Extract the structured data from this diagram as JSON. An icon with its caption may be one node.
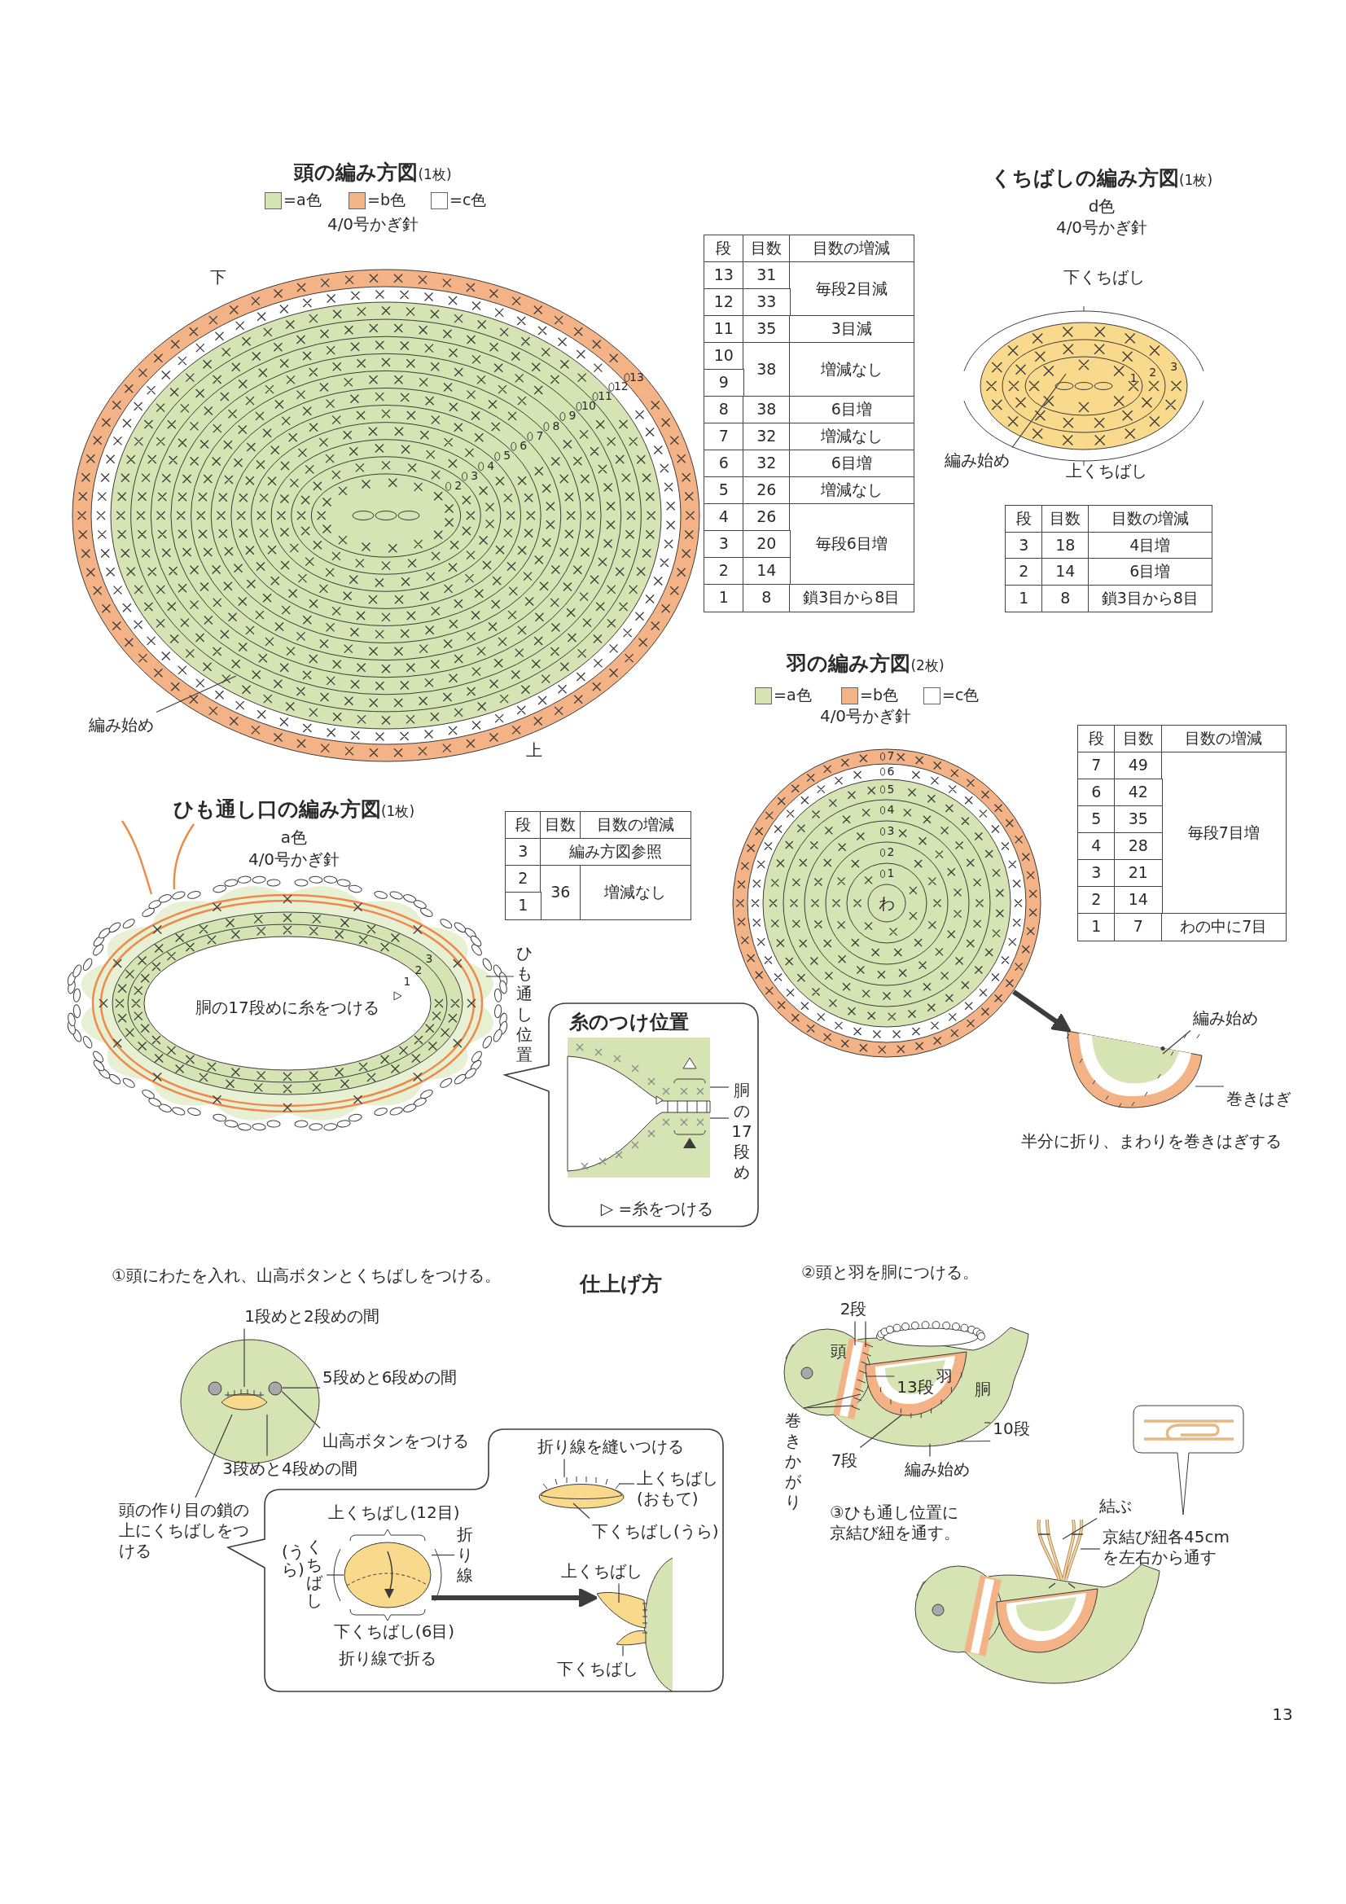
{
  "diagram": {
    "nodes": [
      {
        "text": [
          "編み始め"
        ]
      },
      {
        "text": [
          "編み始め"
        ]
      },
      {
        "text": [
          "ひも通し位置"
        ]
      },
      {
        "text": [
          "糸のつけ位置",
          "▷ =糸をつける"
        ]
      },
      {
        "text": [
          "胴の17段め"
        ],
        "in": 3
      },
      {
        "text": [],
        "shape": "circle"
      },
      {
        "text": [],
        "shape": "picture"
      },
      {
        "text": [
          "編み始め"
        ]
      },
      {
        "text": [
          "巻きはぎ"
        ]
      },
      {
        "text": [
          "1段めと2段めの間"
        ]
      },
      {
        "text": [
          "5段めと6段めの間"
        ]
      },
      {
        "text": [
          "山高ボタンをつける"
        ]
      },
      {
        "text": [
          "3段めと4段めの間"
        ]
      },
      {
        "text": [
          "頭の作り目の鎖の上にくちばしをつける"
        ]
      },
      {
        "text": [],
        "shape": "box"
      },
      {
        "text": [
          "(うら)",
          "くちばし"
        ],
        "in": 14
      },
      {
        "text": [
          "折り線"
        ],
        "in": 14
      },
      {
        "text": [],
        "shape": "picture",
        "in": 14
      },
      {
        "text": [],
        "shape": "picture",
        "in": 14
      },
      {
        "text": [
          "折り線を縫いつける"
        ],
        "in": 14
      },
      {
        "text": [
          "上くちばし(おもて)"
        ],
        "in": 14
      },
      {
        "text": [
          "下くちばし(うら)"
        ],
        "in": 14
      },
      {
        "text": [
          "上くちばし"
        ],
        "in": 14
      },
      {
        "text": [
          "下くちばし"
        ],
        "in": 14
      },
      {
        "text": [
          "2段"
        ]
      },
      {
        "text": [
          "13段"
        ],
        "in": 39
      },
      {
        "text": [
          "巻きかがり"
        ]
      },
      {
        "text": [
          "10段"
        ]
      },
      {
        "text": [
          "7段"
        ]
      },
      {
        "text": [
          "編み始め"
        ]
      },
      {
        "text": [
          "結ぶ"
        ]
      },
      {
        "text": [
          "京結び紐各45cmを左右から通す"
        ]
      },
      {
        "text": [],
        "shape": "picture"
      },
      {
        "text": [],
        "shape": "picture",
        "in": 3
      },
      {
        "text": [],
        "shape": "picture"
      },
      {
        "text": [],
        "shape": "circle",
        "in": 34
      },
      {
        "text": [],
        "shape": "circle",
        "in": 34
      },
      {
        "text": [],
        "shape": "picture",
        "in": 34
      },
      {
        "text": [],
        "shape": "picture",
        "in": 14
      },
      {
        "text": [],
        "shape": "picture"
      },
      {
        "text": [],
        "shape": "picture"
      }
    ],
    "edges": [
      {
        "from": 0,
        "to": null,
        "arrow": "none"
      },
      {
        "from": 1,
        "to": null,
        "arrow": "none"
      },
      {
        "from": 2,
        "to": 32,
        "arrow": "none"
      },
      {
        "from": 4,
        "to": 33,
        "arrow": "none"
      },
      {
        "from": 4,
        "to": 33,
        "arrow": "none"
      },
      {
        "from": 5,
        "to": 6,
        "arrow": "to",
        "style": "thick"
      },
      {
        "from": 7,
        "to": 6,
        "arrow": "none"
      },
      {
        "from": 8,
        "to": 6,
        "arrow": "none"
      },
      {
        "from": 9,
        "to": 37,
        "arrow": "none"
      },
      {
        "from": 10,
        "to": 36,
        "arrow": "none"
      },
      {
        "from": 11,
        "to": 36,
        "arrow": "none"
      },
      {
        "from": 12,
        "to": 37,
        "arrow": "none"
      },
      {
        "from": 13,
        "to": 37,
        "arrow": "none"
      },
      {
        "from": 15,
        "to": 17,
        "arrow": "none"
      },
      {
        "from": 16,
        "to": 17,
        "arrow": "none"
      },
      {
        "from": 17,
        "to": 18,
        "arrow": "to",
        "style": "thick"
      },
      {
        "from": 19,
        "to": 38,
        "arrow": "none"
      },
      {
        "from": 20,
        "to": 38,
        "arrow": "none"
      },
      {
        "from": 21,
        "to": 38,
        "arrow": "none"
      },
      {
        "from": 22,
        "to": 18,
        "arrow": "none"
      },
      {
        "from": 23,
        "to": 18,
        "arrow": "none"
      },
      {
        "from": 24,
        "to": 39,
        "arrow": "none"
      },
      {
        "from": 24,
        "to": 39,
        "arrow": "none"
      },
      {
        "from": 25,
        "to": 39,
        "arrow": "none"
      },
      {
        "from": 26,
        "to": 39,
        "arrow": "none"
      },
      {
        "from": 26,
        "to": 39,
        "arrow": "none"
      },
      {
        "from": 27,
        "to": 39,
        "arrow": "none"
      },
      {
        "from": 27,
        "to": 39,
        "arrow": "none"
      },
      {
        "from": 28,
        "to": 39,
        "arrow": "none"
      },
      {
        "from": 29,
        "to": 39,
        "arrow": "none"
      },
      {
        "from": 30,
        "to": 40,
        "arrow": "none"
      },
      {
        "from": 31,
        "to": 40,
        "arrow": "none"
      }
    ],
    "labels": [
      "**頭の編み方図**(1枚)",
      "4/0号かぎ針",
      "下",
      "2",
      "3",
      "4",
      "5",
      "6",
      "7",
      "8",
      "9",
      "10",
      "11",
      "12",
      "13",
      "上",
      "段",
      "目数",
      "目数の増減",
      "13",
      "31",
      "毎段2目減",
      "12",
      "33",
      "11",
      "35",
      "3目減",
      "10",
      "38",
      "増減なし",
      "9",
      "8",
      "38",
      "6目増",
      "7",
      "32",
      "増減なし",
      "6",
      "32",
      "6目増",
      "5",
      "26",
      "増減なし",
      "4",
      "26",
      "毎段6目増",
      "3",
      "20",
      "2",
      "14",
      "1",
      "8",
      "鎖3目から8目",
      "**くちばしの編み方図**(1枚)",
      "d色",
      "4/0号かぎ針",
      "下くちばし",
      "1",
      "2",
      "3",
      "上くちばし",
      "段",
      "目数",
      "目数の増減",
      "3",
      "18",
      "4目増",
      "2",
      "14",
      "6目増",
      "1",
      "8",
      "鎖3目から8目",
      "**羽の編み方図**(2枚)",
      "4/0号かぎ針",
      "7",
      "6",
      "5",
      "4",
      "3",
      "2",
      "1",
      "わ",
      "段",
      "目数",
      "目数の増減",
      "7",
      "49",
      "毎段7目増",
      "6",
      "42",
      "5",
      "35",
      "4",
      "28",
      "3",
      "21",
      "2",
      "14",
      "1",
      "7",
      "わの中に7目",
      "半分に折り、まわりを巻きはぎする",
      "**ひも通し口の編み方図**(1枚)",
      "a色",
      "4/0号かぎ針",
      "段",
      "目数",
      "目数の増減",
      "3",
      "編み方図参照",
      "2",
      "36",
      "増減なし",
      "1",
      "3",
      "2",
      "1",
      "胴の17段めに糸をつける",
      "①頭にわたを入れ、山高ボタンとくちばしをつける。",
      "仕上げ方",
      "②頭と羽を胴につける。",
      "上くちばし(12目)",
      "下くちばし(6目)",
      "折り線で折る",
      "頭",
      "羽",
      "胴",
      "③ひも通し位置に京結び紐を通す。",
      "13"
    ],
    "legend": [
      {
        "text": "=a色",
        "color": "#d6e3b3"
      },
      {
        "text": "=b色",
        "color": "#f4b386"
      },
      {
        "text": "=c色",
        "color": "#ffffff"
      },
      {
        "text": "=a色",
        "color": "#d6e3b3"
      },
      {
        "text": "=b色",
        "color": "#f4b386"
      },
      {
        "text": "=c色",
        "color": "#ffffff"
      }
    ]
  }
}
